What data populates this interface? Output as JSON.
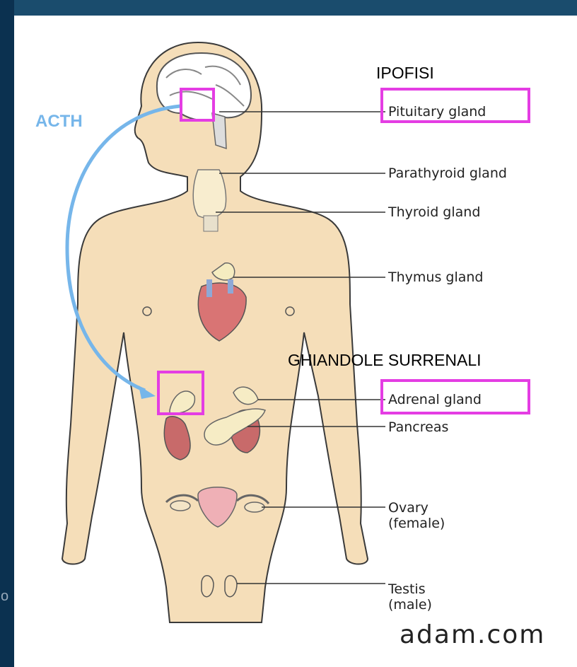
{
  "annotations": {
    "pituitary_it": "IPOFISI",
    "adrenal_it": "GHIANDOLE SURRENALI",
    "hormone": "ACTH"
  },
  "labels": {
    "pituitary": "Pituitary gland",
    "parathyroid": "Parathyroid gland",
    "thyroid": "Thyroid gland",
    "thymus": "Thymus gland",
    "adrenal": "Adrenal gland",
    "pancreas": "Pancreas",
    "ovary": "Ovary\n(female)",
    "testis": "Testis\n(male)"
  },
  "credit": "adam.com",
  "edge_glyph": "o",
  "colors": {
    "highlight": "#e43de3",
    "arrow": "#76b6ea",
    "skin": "#f5deb9",
    "background": "#0d3553"
  }
}
